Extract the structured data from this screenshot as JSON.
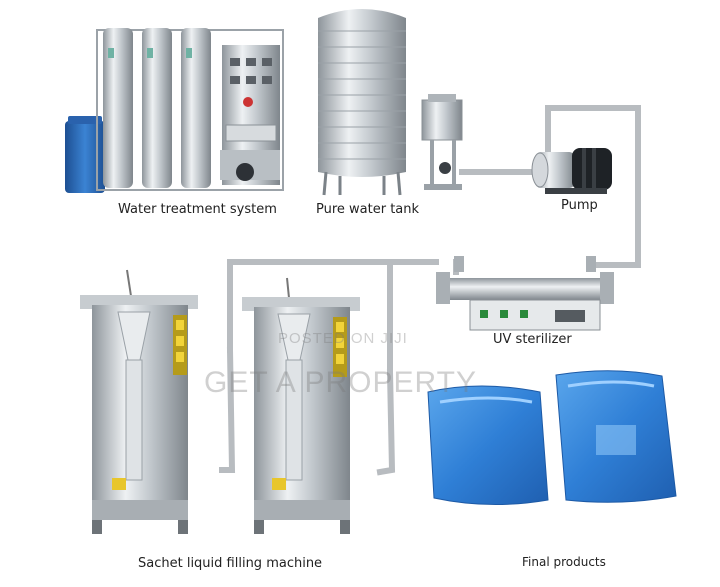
{
  "labels": {
    "water_treatment": "Water treatment system",
    "pure_water_tank": "Pure water tank",
    "pump": "Pump",
    "uv_sterilizer": "UV sterilizer",
    "filling_machine": "Sachet liquid filling machine",
    "final_products": "Final products"
  },
  "watermark": {
    "line1": "POSTED ON JIJI",
    "line2": "GET A PROPERTY"
  },
  "colors": {
    "steel": "#c9ced3",
    "pipe": "#b8bcc0",
    "blue_tank": "#2e6fc0",
    "sachet_blue": "#2f7fd6"
  }
}
